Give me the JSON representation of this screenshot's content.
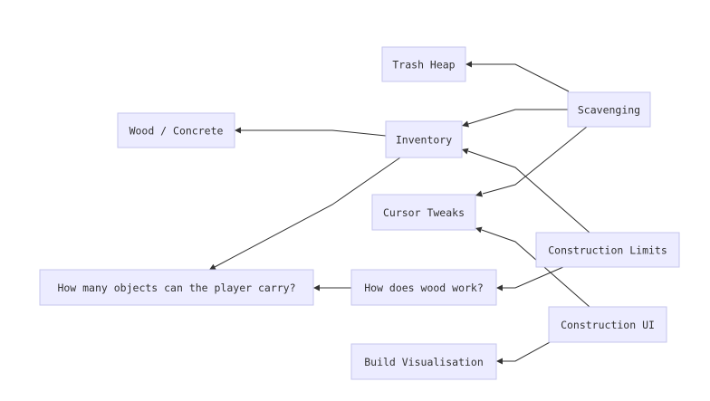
{
  "nodes": {
    "trash_heap": "Trash Heap",
    "wood_concrete": "Wood / Concrete",
    "inventory": "Inventory",
    "scavenging": "Scavenging",
    "cursor_tweaks": "Cursor Tweaks",
    "construction_limits": "Construction Limits",
    "player_carry": "How many objects can the player carry?",
    "wood_work": "How does wood work?",
    "construction_ui": "Construction UI",
    "build_visualisation": "Build Visualisation"
  },
  "edges": [
    {
      "from": "scavenging",
      "to": "trash_heap"
    },
    {
      "from": "scavenging",
      "to": "inventory"
    },
    {
      "from": "scavenging",
      "to": "cursor_tweaks"
    },
    {
      "from": "inventory",
      "to": "wood_concrete"
    },
    {
      "from": "inventory",
      "to": "player_carry"
    },
    {
      "from": "construction_limits",
      "to": "inventory"
    },
    {
      "from": "construction_limits",
      "to": "wood_work"
    },
    {
      "from": "wood_work",
      "to": "player_carry"
    },
    {
      "from": "construction_ui",
      "to": "cursor_tweaks"
    },
    {
      "from": "construction_ui",
      "to": "build_visualisation"
    }
  ]
}
